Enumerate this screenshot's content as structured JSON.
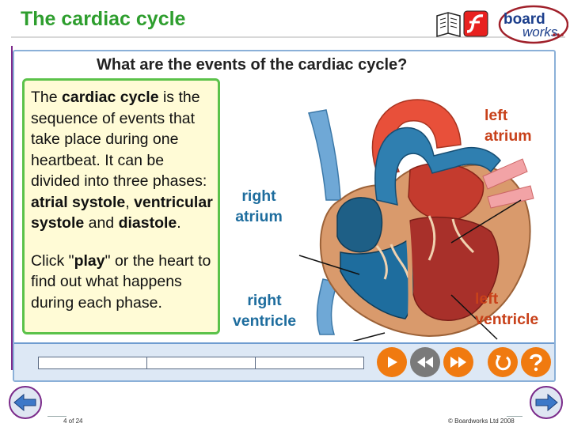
{
  "slide": {
    "title": "The cardiac cycle"
  },
  "brand": {
    "line1": "board",
    "line2": "works"
  },
  "panel": {
    "heading": "What are the events of the cardiac cycle?",
    "text": {
      "p1_a": "The ",
      "p1_b": "cardiac cycle",
      "p1_c": " is the sequence of events that take place during one heartbeat. It can be divided into three phases: ",
      "p1_d": "atrial systole",
      "p1_e": ", ",
      "p1_f": "ventricular systole",
      "p1_g": " and ",
      "p1_h": "diastole",
      "p1_i": ".",
      "p2_a": "Click \"",
      "p2_b": "play",
      "p2_c": "\" or the heart to find out what happens during each phase."
    },
    "labels": {
      "left_atrium": "left atrium",
      "right_atrium": "right atrium",
      "right_ventricle": "right ventricle",
      "left_ventricle": "left ventricle"
    }
  },
  "progress": {
    "segments": 3,
    "filled_fraction": 0
  },
  "colors": {
    "title_green": "#2e9e2e",
    "label_red": "#c8411a",
    "label_blue": "#1e6d9e",
    "button_orange": "#f07a10",
    "button_grey": "#7a7a7a"
  },
  "footer": {
    "page": "4 of 24",
    "copyright": "© Boardworks Ltd 2008"
  }
}
